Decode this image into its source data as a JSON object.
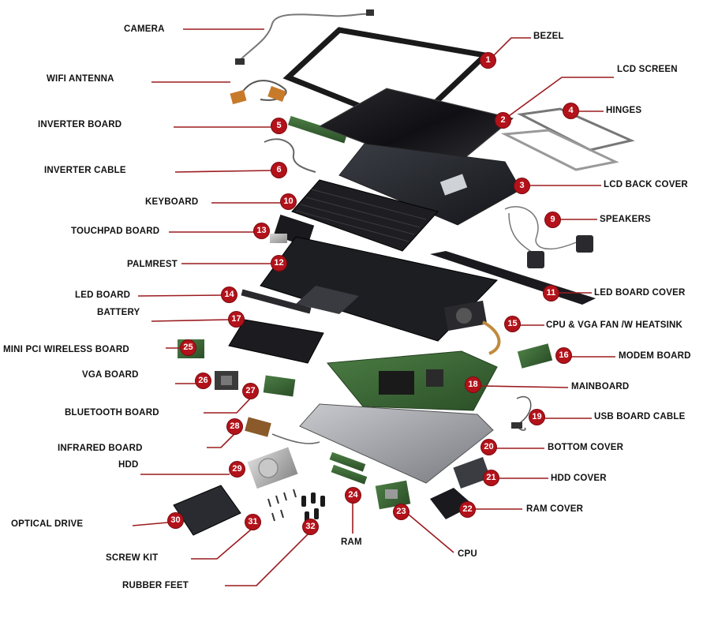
{
  "diagram": {
    "parts": [
      {
        "n": "1",
        "label": "BEZEL"
      },
      {
        "n": "2",
        "label": "LCD SCREEN"
      },
      {
        "n": "3",
        "label": "LCD BACK COVER"
      },
      {
        "n": "4",
        "label": "HINGES"
      },
      {
        "n": "5",
        "label": "INVERTER BOARD"
      },
      {
        "n": "6",
        "label": "INVERTER CABLE"
      },
      {
        "n": "9",
        "label": "SPEAKERS"
      },
      {
        "n": "10",
        "label": "KEYBOARD"
      },
      {
        "n": "11",
        "label": "LED BOARD COVER"
      },
      {
        "n": "12",
        "label": "PALMREST"
      },
      {
        "n": "13",
        "label": "TOUCHPAD BOARD"
      },
      {
        "n": "14",
        "label": "LED BOARD"
      },
      {
        "n": "15",
        "label": "CPU & VGA FAN /W HEATSINK"
      },
      {
        "n": "16",
        "label": "MODEM BOARD"
      },
      {
        "n": "17",
        "label": "BATTERY"
      },
      {
        "n": "18",
        "label": "MAINBOARD"
      },
      {
        "n": "19",
        "label": "USB BOARD CABLE"
      },
      {
        "n": "20",
        "label": "BOTTOM COVER"
      },
      {
        "n": "21",
        "label": "HDD COVER"
      },
      {
        "n": "22",
        "label": "RAM COVER"
      },
      {
        "n": "23",
        "label": "CPU"
      },
      {
        "n": "24",
        "label": "RAM"
      },
      {
        "n": "25",
        "label": "MINI PCI WIRELESS BOARD"
      },
      {
        "n": "26",
        "label": "VGA BOARD"
      },
      {
        "n": "27",
        "label": "BLUETOOTH BOARD"
      },
      {
        "n": "28",
        "label": "INFRARED BOARD"
      },
      {
        "n": "29",
        "label": "HDD"
      },
      {
        "n": "30",
        "label": "OPTICAL DRIVE"
      },
      {
        "n": "31",
        "label": "SCREW KIT"
      },
      {
        "n": "32",
        "label": "RUBBER FEET"
      }
    ],
    "unnumbered_labels": [
      "CAMERA",
      "WIFI ANTENNA"
    ],
    "colors": {
      "leader_line": "#9b1b1f",
      "badge": "#b3121a",
      "part_dark": "#1d1d22",
      "pcb_green": "#3f6b3a"
    }
  }
}
